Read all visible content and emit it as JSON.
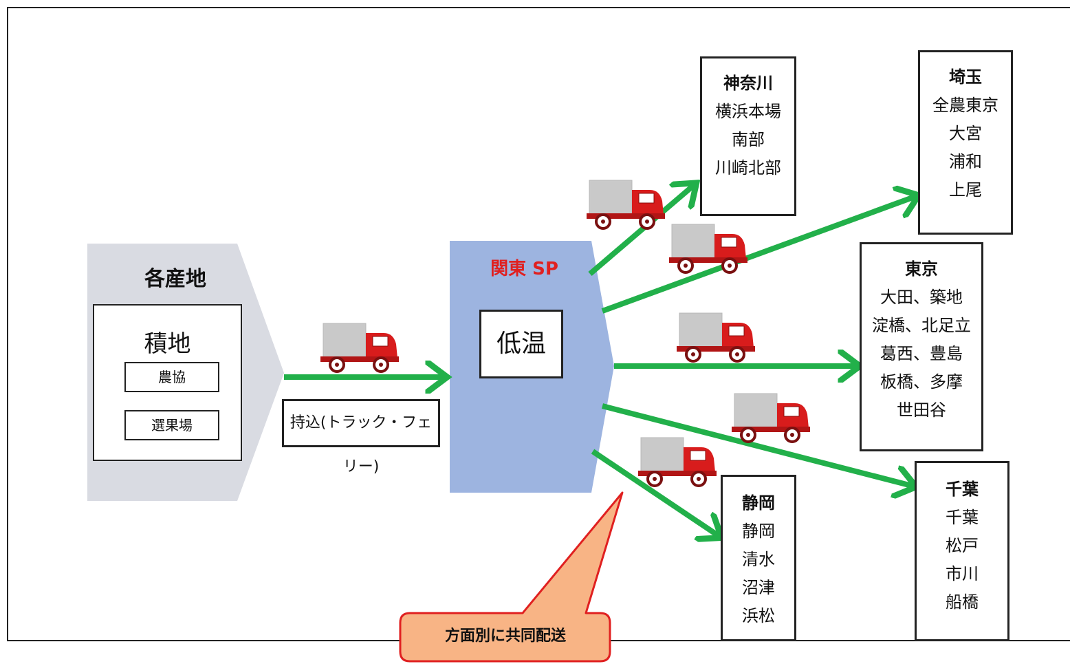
{
  "origin": {
    "title": "各産地",
    "inner_title": "積地",
    "items": [
      "農協",
      "選果場"
    ]
  },
  "carry_in_label": "持込(トラック・フェリー)",
  "hub": {
    "title": "関東 SP",
    "inner": "低温"
  },
  "destinations": [
    {
      "title": "神奈川",
      "items": [
        "横浜本場",
        "南部",
        "川崎北部"
      ]
    },
    {
      "title": "埼玉",
      "items": [
        "全農東京",
        "大宮",
        "浦和",
        "上尾"
      ]
    },
    {
      "title": "東京",
      "items": [
        "大田、築地",
        "淀橋、北足立",
        "葛西、豊島",
        "板橋、多摩",
        "世田谷"
      ]
    },
    {
      "title": "千葉",
      "items": [
        "千葉",
        "松戸",
        "市川",
        "船橋"
      ]
    },
    {
      "title": "静岡",
      "items": [
        "静岡",
        "清水",
        "沼津",
        "浜松"
      ]
    }
  ],
  "callout": "方面別に共同配送",
  "colors": {
    "arrow": "#22b04a",
    "hub_fill": "#9db4e0",
    "origin_fill": "#d9dbe2",
    "hub_title": "#e02020",
    "truck_cab": "#d81c1c",
    "truck_cargo": "#c9c9c9",
    "callout_fill": "#f8b485",
    "callout_border": "#e02020"
  }
}
